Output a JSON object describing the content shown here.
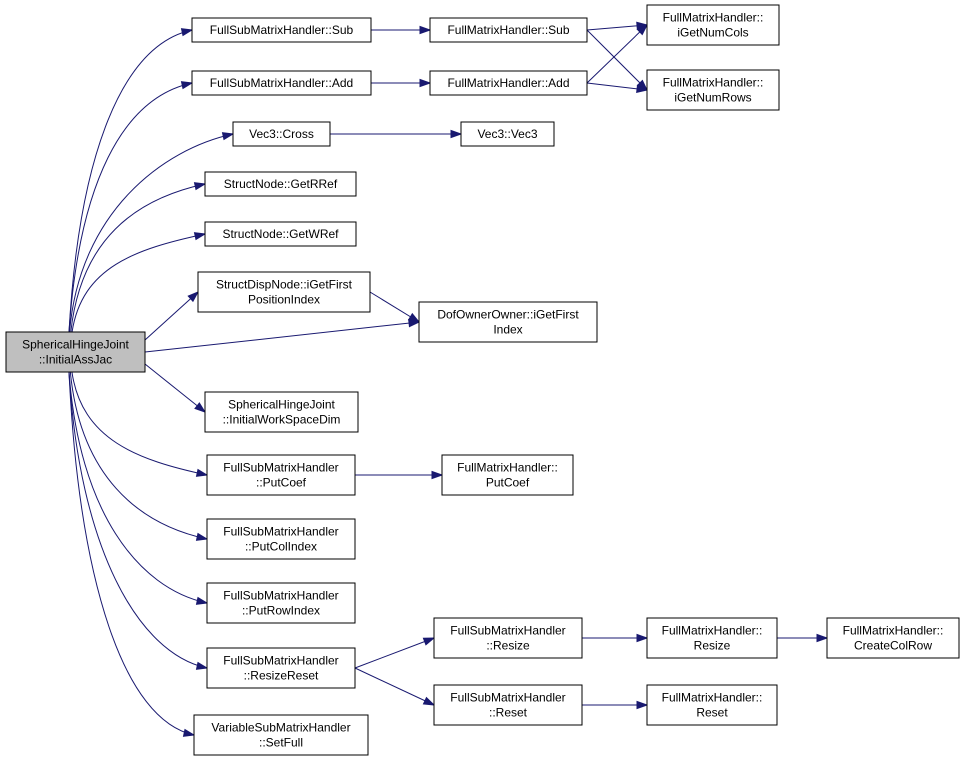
{
  "nodes": {
    "root": [
      "SphericalHingeJoint",
      "::InitialAssJac"
    ],
    "fsm_sub": [
      "FullSubMatrixHandler::Sub"
    ],
    "fm_sub": [
      "FullMatrixHandler::Sub"
    ],
    "fm_cols": [
      "FullMatrixHandler::",
      "iGetNumCols"
    ],
    "fsm_add": [
      "FullSubMatrixHandler::Add"
    ],
    "fm_add": [
      "FullMatrixHandler::Add"
    ],
    "fm_rows": [
      "FullMatrixHandler::",
      "iGetNumRows"
    ],
    "vec_cross": [
      "Vec3::Cross"
    ],
    "vec_vec3": [
      "Vec3::Vec3"
    ],
    "sn_rref": [
      "StructNode::GetRRef"
    ],
    "sn_wref": [
      "StructNode::GetWRef"
    ],
    "sdn_pos": [
      "StructDispNode::iGetFirst",
      "PositionIndex"
    ],
    "doo_first": [
      "DofOwnerOwner::iGetFirst",
      "Index"
    ],
    "shj_iwsd": [
      "SphericalHingeJoint",
      "::InitialWorkSpaceDim"
    ],
    "fsm_putcoef": [
      "FullSubMatrixHandler",
      "::PutCoef"
    ],
    "fm_putcoef": [
      "FullMatrixHandler::",
      "PutCoef"
    ],
    "fsm_putcol": [
      "FullSubMatrixHandler",
      "::PutColIndex"
    ],
    "fsm_putrow": [
      "FullSubMatrixHandler",
      "::PutRowIndex"
    ],
    "fsm_resize": [
      "FullSubMatrixHandler",
      "::Resize"
    ],
    "fm_resize": [
      "FullMatrixHandler::",
      "Resize"
    ],
    "fm_createcolrow": [
      "FullMatrixHandler::",
      "CreateColRow"
    ],
    "fsm_resizereset": [
      "FullSubMatrixHandler",
      "::ResizeReset"
    ],
    "fsm_reset": [
      "FullSubMatrixHandler",
      "::Reset"
    ],
    "fm_reset": [
      "FullMatrixHandler::",
      "Reset"
    ],
    "vsm_setfull": [
      "VariableSubMatrixHandler",
      "::SetFull"
    ]
  },
  "edges": [
    [
      "root",
      "fsm_sub"
    ],
    [
      "root",
      "fsm_add"
    ],
    [
      "root",
      "vec_cross"
    ],
    [
      "root",
      "sn_rref"
    ],
    [
      "root",
      "sn_wref"
    ],
    [
      "root",
      "sdn_pos"
    ],
    [
      "root",
      "doo_first"
    ],
    [
      "root",
      "shj_iwsd"
    ],
    [
      "root",
      "fsm_putcoef"
    ],
    [
      "root",
      "fsm_putcol"
    ],
    [
      "root",
      "fsm_putrow"
    ],
    [
      "root",
      "fsm_resizereset"
    ],
    [
      "root",
      "vsm_setfull"
    ],
    [
      "fsm_sub",
      "fm_sub"
    ],
    [
      "fm_sub",
      "fm_cols"
    ],
    [
      "fm_sub",
      "fm_rows"
    ],
    [
      "fsm_add",
      "fm_add"
    ],
    [
      "fm_add",
      "fm_cols"
    ],
    [
      "fm_add",
      "fm_rows"
    ],
    [
      "vec_cross",
      "vec_vec3"
    ],
    [
      "sdn_pos",
      "doo_first"
    ],
    [
      "fsm_putcoef",
      "fm_putcoef"
    ],
    [
      "fsm_resizereset",
      "fsm_resize"
    ],
    [
      "fsm_resizereset",
      "fsm_reset"
    ],
    [
      "fsm_resize",
      "fm_resize"
    ],
    [
      "fm_resize",
      "fm_createcolrow"
    ],
    [
      "fsm_reset",
      "fm_reset"
    ]
  ]
}
